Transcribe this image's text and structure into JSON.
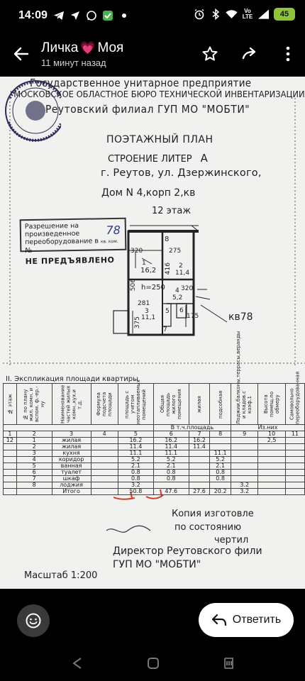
{
  "status": {
    "time": "14:09",
    "network_label": "Vo LTE",
    "battery": "45"
  },
  "header": {
    "sender_prefix": "Личка",
    "sender_emoji": "💗",
    "sender_suffix": "Моя",
    "subtitle": "11 минут назад",
    "icons": [
      "back-arrow-icon",
      "star-icon",
      "forward-icon",
      "more-vertical-icon"
    ]
  },
  "document": {
    "org_line1": "Государственное унитарное предприятие",
    "org_line2": "\"МОСКОВСКОЕ ОБЛАСТНОЕ БЮРО ТЕХНИЧЕСКОЙ ИНВЕНТАРИЗАЦИИ\"",
    "org_line3": "Реутовский филиал ГУП МО \"МОБТИ\"",
    "plan_title": "ПОЭТАЖНЫЙ ПЛАН",
    "building_label": "СТРОЕНИЕ ЛИТЕР",
    "building_letter": "А",
    "address": "г. Реутов, ул. Дзержинского,",
    "house": "Дом N 4,корп 2,кв",
    "floor": "12 этаж",
    "stamp": {
      "line1": "Разрешение на произведенное",
      "line2": "переоборудование в",
      "line2b": "кв. ком.",
      "line3": "НЕ ПРЕДЪЯВЛЕНО",
      "handwritten_number": "78"
    },
    "plan_labels": {
      "dim_8": "8",
      "dim_320": "320",
      "dim_275": "275",
      "room1_no": "1",
      "room1_area": "16,2",
      "dim_416": "416",
      "room2_no": "2",
      "room2_area": "11,4",
      "dim_506": "506",
      "h": "h=250",
      "room4_no": "4",
      "room4_area": "5,2",
      "dim_320b": "320",
      "dim_281": "281",
      "room3_no": "3",
      "room3_area": "11,1",
      "dim_375": "375",
      "room5": "5",
      "room6": "6",
      "room7": "7",
      "dim_175": "175"
    },
    "apartment_label": "кв78",
    "table_title": "II. Экспликация площади квартиры",
    "table_header_group": "В т.ч.площадь",
    "table_header_subgroup": "Из.них",
    "table_headers": [
      "№ этаж",
      "№ по плану жил. комн. и вспом. ф.-ер.-ну",
      "Наименование частей жилых комн.,кух.и т.д.",
      "Формула подсчета площади",
      "площадь с учетом неотапливаемых помещений",
      "Общая площадь жилого помещения",
      "жилая",
      "подсобная",
      "Лоджии,балконы,террасы,веранды и кладов.с коэф.1",
      "Высота помещ.по обмеру",
      "Самовольно переоборудованная"
    ],
    "col_numbers": [
      "1",
      "2",
      "3",
      "4",
      "5",
      "6",
      "7",
      "8",
      "9",
      "10",
      "11"
    ],
    "table_rows": [
      {
        "floor": "12",
        "no": "1",
        "name": "жилая",
        "total": "16.2",
        "area": "16.2",
        "living": "16.2",
        "aux": "",
        "loggia": "",
        "height": "2,5"
      },
      {
        "floor": "",
        "no": "2",
        "name": "жилая",
        "total": "11.4",
        "area": "11.4",
        "living": "11.4",
        "aux": "",
        "loggia": "",
        "height": ""
      },
      {
        "floor": "",
        "no": "3",
        "name": "кухня",
        "total": "11.1",
        "area": "11.1",
        "living": "",
        "aux": "11.1",
        "loggia": "",
        "height": ""
      },
      {
        "floor": "",
        "no": "4",
        "name": "коридор",
        "total": "5.2",
        "area": "5.2",
        "living": "",
        "aux": "5.2",
        "loggia": "",
        "height": ""
      },
      {
        "floor": "",
        "no": "5",
        "name": "ванная",
        "total": "2.1",
        "area": "2.1",
        "living": "",
        "aux": "2.1",
        "loggia": "",
        "height": ""
      },
      {
        "floor": "",
        "no": "6",
        "name": "туалет",
        "total": "0.8",
        "area": "0.8",
        "living": "",
        "aux": "0.8",
        "loggia": "",
        "height": ""
      },
      {
        "floor": "",
        "no": "7",
        "name": "шкаф",
        "total": "0.8",
        "area": "0.8",
        "living": "",
        "aux": "0.8",
        "loggia": "",
        "height": ""
      },
      {
        "floor": "",
        "no": "8",
        "name": "лоджия",
        "total": "3.2",
        "area": "",
        "living": "",
        "aux": "",
        "loggia": "3.2",
        "height": ""
      },
      {
        "floor": "",
        "no": "",
        "name": "Итого",
        "total": "50.8",
        "area": "47.6",
        "living": "27.6",
        "aux": "20.2",
        "loggia": "3.2",
        "height": ""
      }
    ],
    "copy_line1": "Копия изготовле",
    "copy_line2": "по состоянию",
    "copy_line3": "чертил",
    "director_line1": "Директор Реутовского фили",
    "director_line2": "ГУП МО \"МОБТИ\"",
    "scale": "Масштаб 1:200"
  },
  "bottom": {
    "reply_label": "Ответить",
    "icons": [
      "emoji-icon",
      "reply-icon"
    ]
  },
  "nav": {
    "icons": [
      "nav-back-icon",
      "nav-home-icon",
      "nav-recent-icon"
    ]
  }
}
